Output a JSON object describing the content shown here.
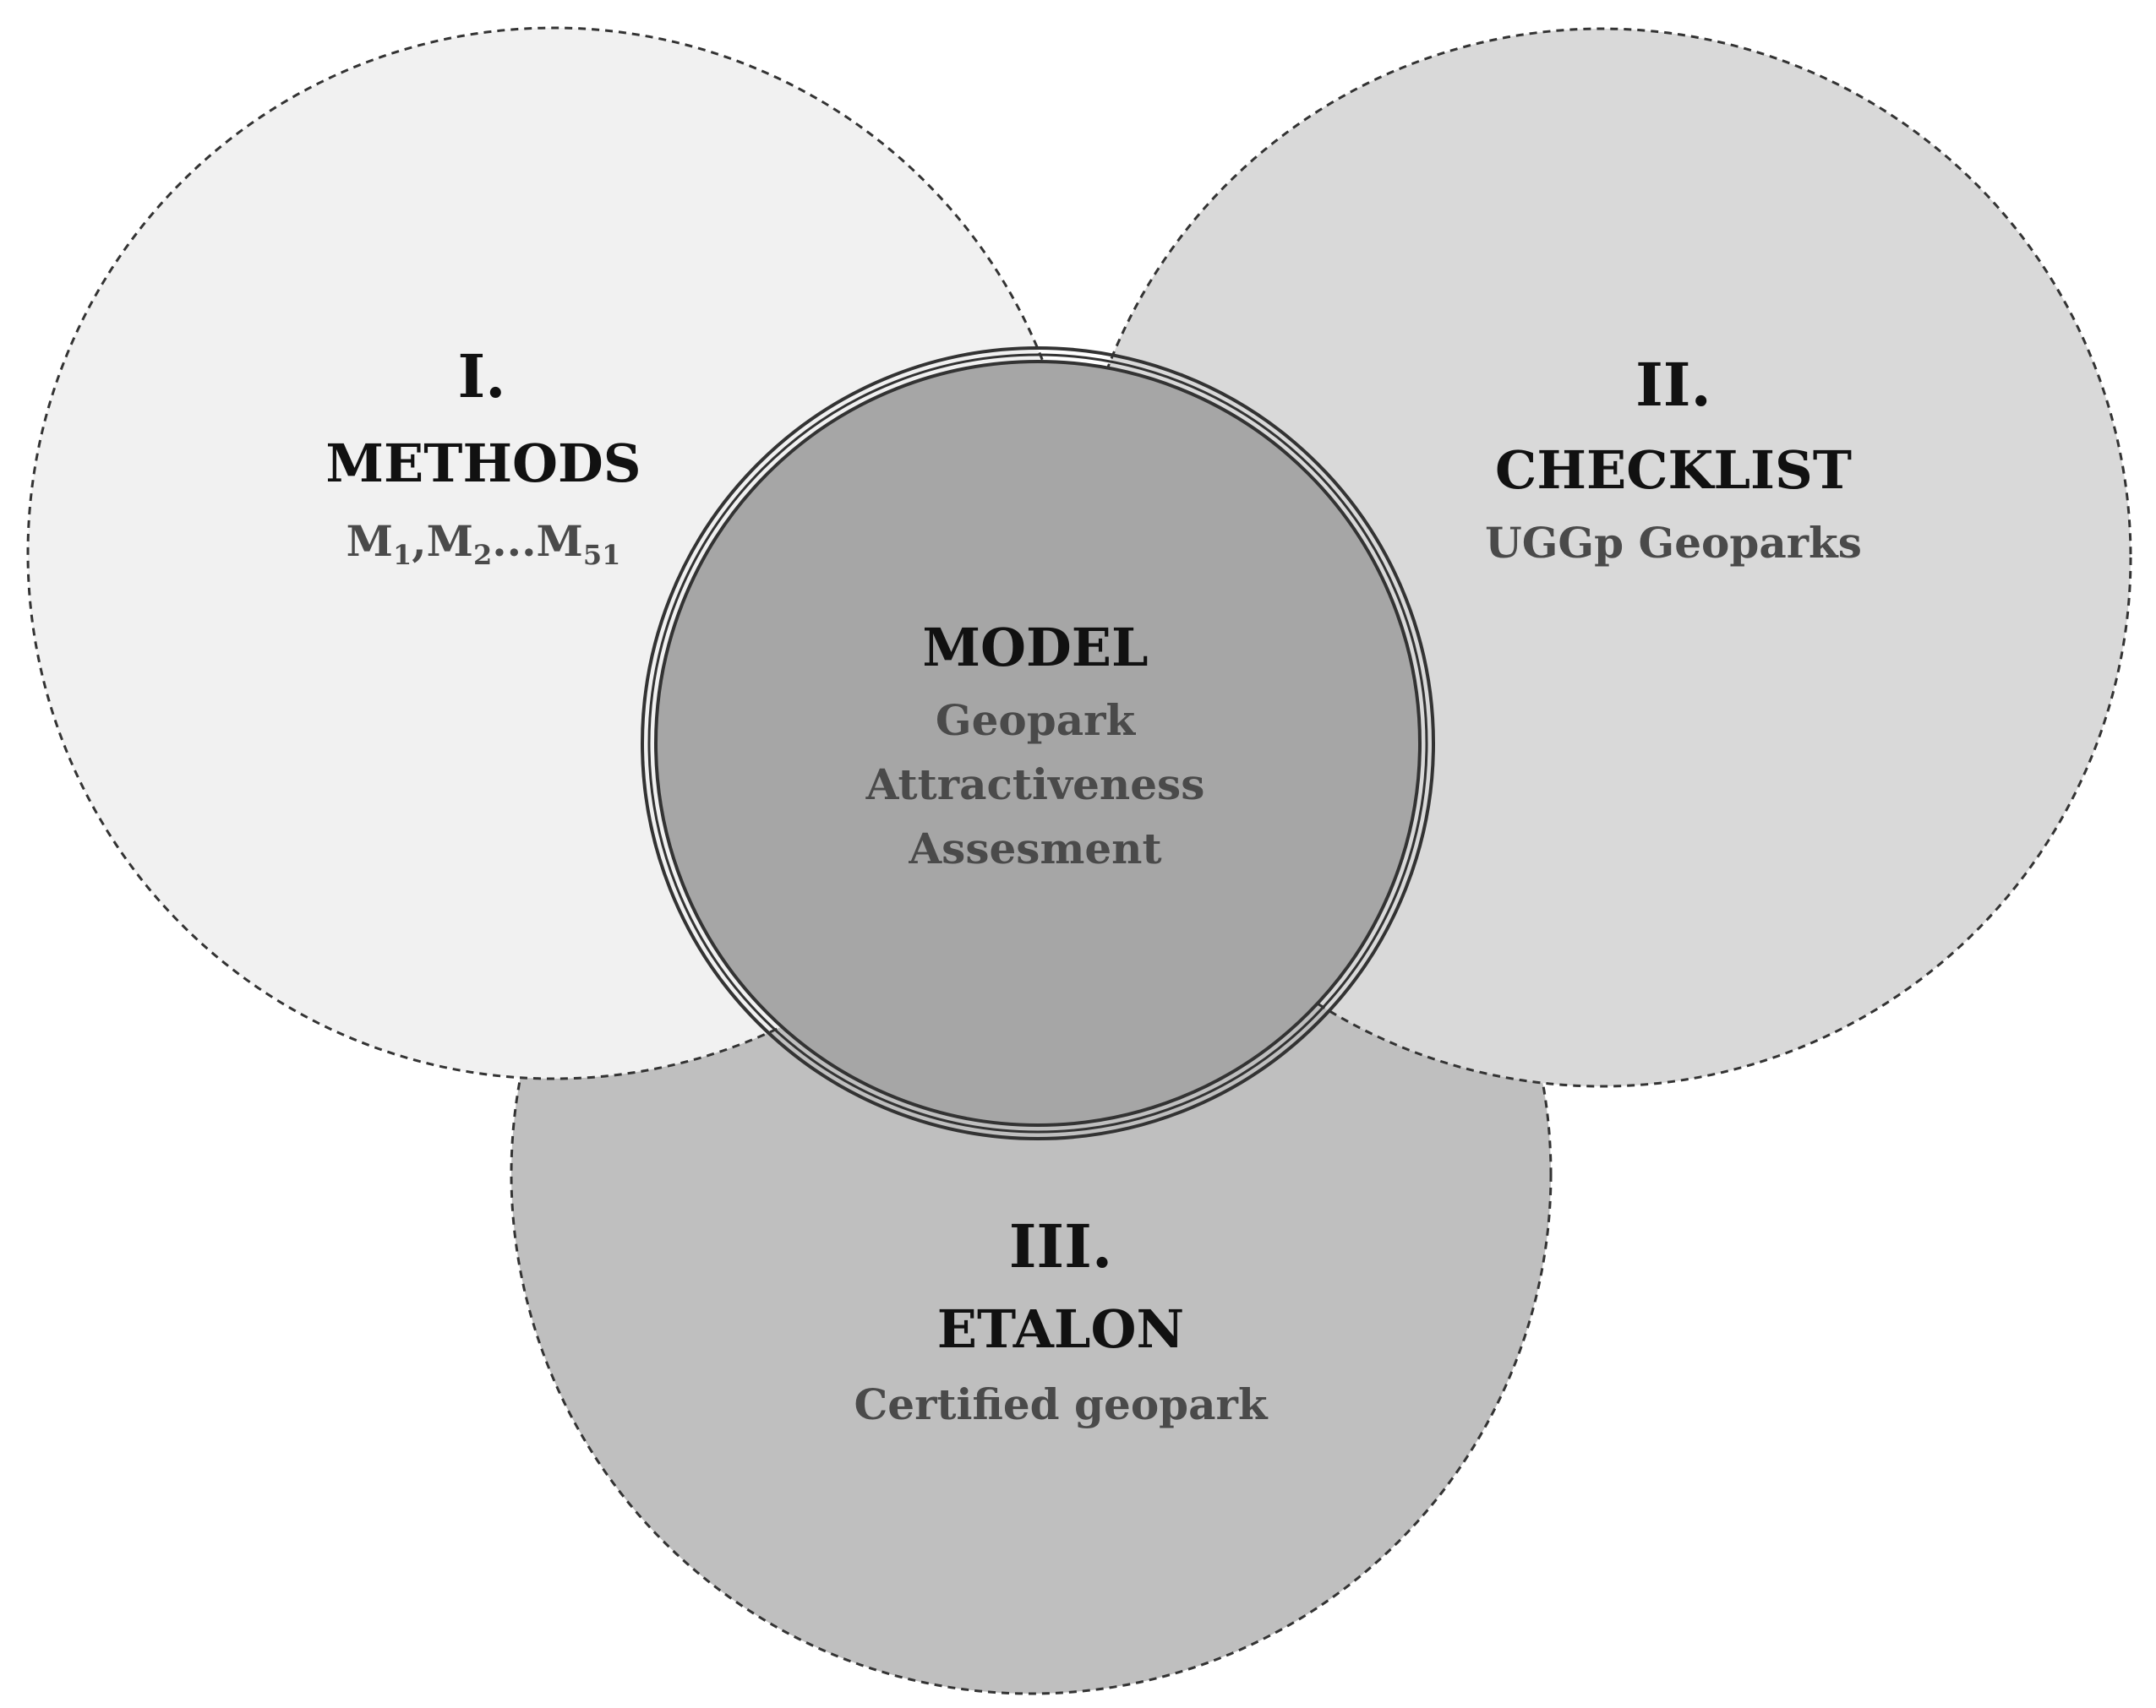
{
  "colors": {
    "methods_fill": "#f1f1f1",
    "checklist_fill": "#d9d9d9",
    "etalon_fill": "#bfbfbf",
    "model_fill": "#a6a6a6",
    "outline": "#333333",
    "title_text": "#111111",
    "subtitle_text": "#4a4a4a"
  },
  "circles": {
    "methods": {
      "numeral": "I.",
      "title": "METHODS",
      "subtitle": {
        "m1_base": "M",
        "m1_sub": "1",
        "sep1": ",",
        "m2_base": "M",
        "m2_sub": "2",
        "ellipsis": "...",
        "m51_base": "M",
        "m51_sub": "51"
      }
    },
    "checklist": {
      "numeral": "II.",
      "title": "CHECKLIST",
      "subtitle": "UGGp Geoparks"
    },
    "etalon": {
      "numeral": "III.",
      "title": "ETALON",
      "subtitle": "Certified geopark"
    },
    "model": {
      "title": "MODEL",
      "lines": [
        "Geopark",
        "Attractiveness",
        "Assesment"
      ]
    }
  }
}
